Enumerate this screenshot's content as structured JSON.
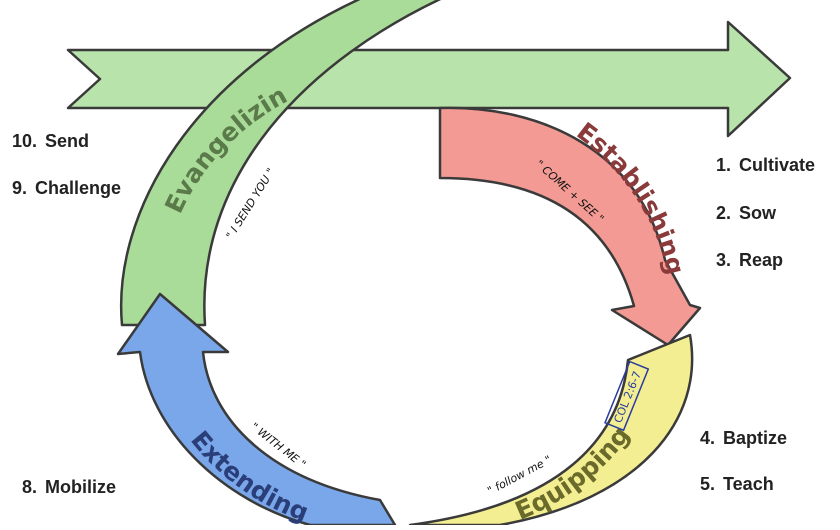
{
  "phases": [
    {
      "name": "Evangelizing",
      "color": "#f29a93"
    },
    {
      "name": "Establishing",
      "color": "#f3ee92"
    },
    {
      "name": "Equipping",
      "color": "#7aa7e9"
    },
    {
      "name": "Extending",
      "color": "#a9dc99"
    }
  ],
  "colors": {
    "phase_text": "#8a3a3a",
    "outline": "#3a3a3a",
    "arrow_fill": "#b5e2a7",
    "note_box": "#2b3c9e"
  },
  "steps": {
    "right": [
      {
        "num": "1.",
        "label": "Cultivate"
      },
      {
        "num": "2.",
        "label": "Sow"
      },
      {
        "num": "3.",
        "label": "Reap"
      },
      {
        "num": "4.",
        "label": "Baptize"
      },
      {
        "num": "5.",
        "label": "Teach"
      }
    ],
    "left": [
      {
        "num": "10.",
        "label": "Send"
      },
      {
        "num": "9.",
        "label": "Challenge"
      },
      {
        "num": "8.",
        "label": "Mobilize"
      }
    ]
  },
  "notes": {
    "extending": "\" I SEND YOU \"",
    "evangelizing": "\" COME + SEE \"",
    "establishing": "\" follow me \"",
    "equipping": "\" WITH ME \"",
    "verse": "COL 2:6-7"
  }
}
